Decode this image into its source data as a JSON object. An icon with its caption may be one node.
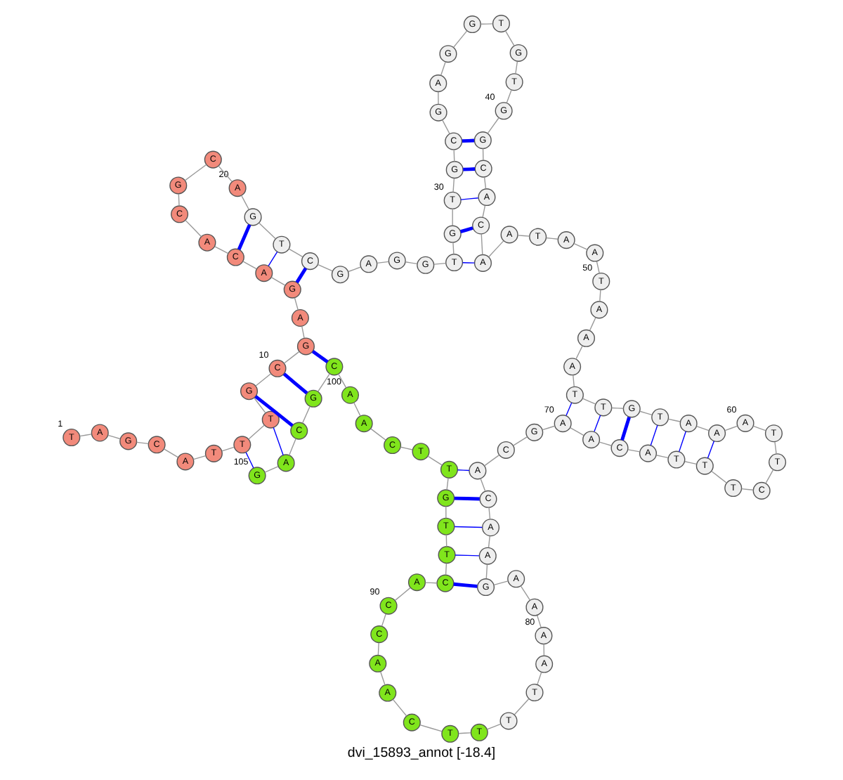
{
  "diagram": {
    "caption": "dvi_15893_annot [-18.4]",
    "nodes": [
      {
        "text": [
          "T"
        ],
        "beside": [
          "1"
        ]
      },
      {
        "text": [
          "A"
        ]
      },
      {
        "text": [
          "G"
        ]
      },
      {
        "text": [
          "C"
        ]
      },
      {
        "text": [
          "A"
        ]
      },
      {
        "text": [
          "T"
        ]
      },
      {
        "text": [
          "T"
        ]
      },
      {
        "text": [
          "T"
        ]
      },
      {
        "text": [
          "G"
        ]
      },
      {
        "text": [
          "C"
        ],
        "beside": [
          "10"
        ]
      },
      {
        "text": [
          "G"
        ]
      },
      {
        "text": [
          "A"
        ]
      },
      {
        "text": [
          "G"
        ]
      },
      {
        "text": [
          "A"
        ]
      },
      {
        "text": [
          "C"
        ]
      },
      {
        "text": [
          "A"
        ]
      },
      {
        "text": [
          "C"
        ]
      },
      {
        "text": [
          "G"
        ]
      },
      {
        "text": [
          "C"
        ]
      },
      {
        "text": [
          "A"
        ],
        "beside": [
          "20"
        ]
      },
      {
        "text": [
          "G"
        ]
      },
      {
        "text": [
          "T"
        ]
      },
      {
        "text": [
          "C"
        ]
      },
      {
        "text": [
          "G"
        ]
      },
      {
        "text": [
          "A"
        ]
      },
      {
        "text": [
          "G"
        ]
      },
      {
        "text": [
          "G"
        ]
      },
      {
        "text": [
          "T"
        ]
      },
      {
        "text": [
          "G"
        ]
      },
      {
        "text": [
          "T"
        ],
        "beside": [
          "30"
        ]
      },
      {
        "text": [
          "G"
        ]
      },
      {
        "text": [
          "C"
        ]
      },
      {
        "text": [
          "G"
        ]
      },
      {
        "text": [
          "A"
        ]
      },
      {
        "text": [
          "G"
        ]
      },
      {
        "text": [
          "G"
        ]
      },
      {
        "text": [
          "T"
        ]
      },
      {
        "text": [
          "G"
        ]
      },
      {
        "text": [
          "T"
        ]
      },
      {
        "text": [
          "G"
        ],
        "beside": [
          "40"
        ]
      },
      {
        "text": [
          "G"
        ]
      },
      {
        "text": [
          "C"
        ]
      },
      {
        "text": [
          "A"
        ]
      },
      {
        "text": [
          "C"
        ]
      },
      {
        "text": [
          "A"
        ]
      },
      {
        "text": [
          "A"
        ]
      },
      {
        "text": [
          "T"
        ]
      },
      {
        "text": [
          "A"
        ]
      },
      {
        "text": [
          "A"
        ]
      },
      {
        "text": [
          "T"
        ],
        "beside": [
          "50"
        ]
      },
      {
        "text": [
          "A"
        ]
      },
      {
        "text": [
          "A"
        ]
      },
      {
        "text": [
          "A"
        ]
      },
      {
        "text": [
          "T"
        ]
      },
      {
        "text": [
          "T"
        ]
      },
      {
        "text": [
          "G"
        ]
      },
      {
        "text": [
          "T"
        ]
      },
      {
        "text": [
          "A"
        ]
      },
      {
        "text": [
          "A"
        ]
      },
      {
        "text": [
          "A"
        ],
        "beside": [
          "60"
        ]
      },
      {
        "text": [
          "T"
        ]
      },
      {
        "text": [
          "T"
        ]
      },
      {
        "text": [
          "C"
        ]
      },
      {
        "text": [
          "T"
        ]
      },
      {
        "text": [
          "T"
        ]
      },
      {
        "text": [
          "T"
        ]
      },
      {
        "text": [
          "A"
        ]
      },
      {
        "text": [
          "C"
        ]
      },
      {
        "text": [
          "A"
        ]
      },
      {
        "text": [
          "A"
        ],
        "beside": [
          "70"
        ]
      },
      {
        "text": [
          "G"
        ]
      },
      {
        "text": [
          "C"
        ]
      },
      {
        "text": [
          "A"
        ]
      },
      {
        "text": [
          "C"
        ]
      },
      {
        "text": [
          "A"
        ]
      },
      {
        "text": [
          "A"
        ]
      },
      {
        "text": [
          "G"
        ]
      },
      {
        "text": [
          "A"
        ]
      },
      {
        "text": [
          "A"
        ]
      },
      {
        "text": [
          "A"
        ],
        "beside": [
          "80"
        ]
      },
      {
        "text": [
          "A"
        ]
      },
      {
        "text": [
          "T"
        ]
      },
      {
        "text": [
          "T"
        ]
      },
      {
        "text": [
          "T"
        ]
      },
      {
        "text": [
          "T"
        ]
      },
      {
        "text": [
          "C"
        ]
      },
      {
        "text": [
          "A"
        ]
      },
      {
        "text": [
          "A"
        ]
      },
      {
        "text": [
          "C"
        ]
      },
      {
        "text": [
          "C"
        ],
        "beside": [
          "90"
        ]
      },
      {
        "text": [
          "A"
        ]
      },
      {
        "text": [
          "C"
        ]
      },
      {
        "text": [
          "T"
        ]
      },
      {
        "text": [
          "T"
        ]
      },
      {
        "text": [
          "G"
        ]
      },
      {
        "text": [
          "T"
        ]
      },
      {
        "text": [
          "T"
        ]
      },
      {
        "text": [
          "C"
        ]
      },
      {
        "text": [
          "A"
        ]
      },
      {
        "text": [
          "A"
        ],
        "beside": [
          "100"
        ]
      },
      {
        "text": [
          "C"
        ]
      },
      {
        "text": [
          "G"
        ]
      },
      {
        "text": [
          "C"
        ]
      },
      {
        "text": [
          "A"
        ]
      },
      {
        "text": [
          "G"
        ],
        "beside": [
          "105"
        ]
      }
    ],
    "edges": [
      {
        "from": 0,
        "to": 1,
        "arrow": "none"
      },
      {
        "from": 1,
        "to": 2,
        "arrow": "none"
      },
      {
        "from": 2,
        "to": 3,
        "arrow": "none"
      },
      {
        "from": 3,
        "to": 4,
        "arrow": "none"
      },
      {
        "from": 4,
        "to": 5,
        "arrow": "none"
      },
      {
        "from": 5,
        "to": 6,
        "arrow": "none"
      },
      {
        "from": 6,
        "to": 7,
        "arrow": "none"
      },
      {
        "from": 7,
        "to": 8,
        "arrow": "none"
      },
      {
        "from": 8,
        "to": 9,
        "arrow": "none"
      },
      {
        "from": 9,
        "to": 10,
        "arrow": "none"
      },
      {
        "from": 10,
        "to": 11,
        "arrow": "none"
      },
      {
        "from": 11,
        "to": 12,
        "arrow": "none"
      },
      {
        "from": 12,
        "to": 13,
        "arrow": "none"
      },
      {
        "from": 13,
        "to": 14,
        "arrow": "none"
      },
      {
        "from": 14,
        "to": 15,
        "arrow": "none"
      },
      {
        "from": 15,
        "to": 16,
        "arrow": "none"
      },
      {
        "from": 16,
        "to": 17,
        "arrow": "none"
      },
      {
        "from": 17,
        "to": 18,
        "arrow": "none"
      },
      {
        "from": 18,
        "to": 19,
        "arrow": "none"
      },
      {
        "from": 19,
        "to": 20,
        "arrow": "none"
      },
      {
        "from": 20,
        "to": 21,
        "arrow": "none"
      },
      {
        "from": 21,
        "to": 22,
        "arrow": "none"
      },
      {
        "from": 22,
        "to": 23,
        "arrow": "none"
      },
      {
        "from": 23,
        "to": 24,
        "arrow": "none"
      },
      {
        "from": 24,
        "to": 25,
        "arrow": "none"
      },
      {
        "from": 25,
        "to": 26,
        "arrow": "none"
      },
      {
        "from": 26,
        "to": 27,
        "arrow": "none"
      },
      {
        "from": 27,
        "to": 28,
        "arrow": "none"
      },
      {
        "from": 28,
        "to": 29,
        "arrow": "none"
      },
      {
        "from": 29,
        "to": 30,
        "arrow": "none"
      },
      {
        "from": 30,
        "to": 31,
        "arrow": "none"
      },
      {
        "from": 31,
        "to": 32,
        "arrow": "none"
      },
      {
        "from": 32,
        "to": 33,
        "arrow": "none"
      },
      {
        "from": 33,
        "to": 34,
        "arrow": "none"
      },
      {
        "from": 34,
        "to": 35,
        "arrow": "none"
      },
      {
        "from": 35,
        "to": 36,
        "arrow": "none"
      },
      {
        "from": 36,
        "to": 37,
        "arrow": "none"
      },
      {
        "from": 37,
        "to": 38,
        "arrow": "none"
      },
      {
        "from": 38,
        "to": 39,
        "arrow": "none"
      },
      {
        "from": 39,
        "to": 40,
        "arrow": "none"
      },
      {
        "from": 40,
        "to": 41,
        "arrow": "none"
      },
      {
        "from": 41,
        "to": 42,
        "arrow": "none"
      },
      {
        "from": 42,
        "to": 43,
        "arrow": "none"
      },
      {
        "from": 43,
        "to": 44,
        "arrow": "none"
      },
      {
        "from": 44,
        "to": 45,
        "arrow": "none"
      },
      {
        "from": 45,
        "to": 46,
        "arrow": "none"
      },
      {
        "from": 46,
        "to": 47,
        "arrow": "none"
      },
      {
        "from": 47,
        "to": 48,
        "arrow": "none"
      },
      {
        "from": 48,
        "to": 49,
        "arrow": "none"
      },
      {
        "from": 49,
        "to": 50,
        "arrow": "none"
      },
      {
        "from": 50,
        "to": 51,
        "arrow": "none"
      },
      {
        "from": 51,
        "to": 52,
        "arrow": "none"
      },
      {
        "from": 52,
        "to": 53,
        "arrow": "none"
      },
      {
        "from": 53,
        "to": 54,
        "arrow": "none"
      },
      {
        "from": 54,
        "to": 55,
        "arrow": "none"
      },
      {
        "from": 55,
        "to": 56,
        "arrow": "none"
      },
      {
        "from": 56,
        "to": 57,
        "arrow": "none"
      },
      {
        "from": 57,
        "to": 58,
        "arrow": "none"
      },
      {
        "from": 58,
        "to": 59,
        "arrow": "none"
      },
      {
        "from": 59,
        "to": 60,
        "arrow": "none"
      },
      {
        "from": 60,
        "to": 61,
        "arrow": "none"
      },
      {
        "from": 61,
        "to": 62,
        "arrow": "none"
      },
      {
        "from": 62,
        "to": 63,
        "arrow": "none"
      },
      {
        "from": 63,
        "to": 64,
        "arrow": "none"
      },
      {
        "from": 64,
        "to": 65,
        "arrow": "none"
      },
      {
        "from": 65,
        "to": 66,
        "arrow": "none"
      },
      {
        "from": 66,
        "to": 67,
        "arrow": "none"
      },
      {
        "from": 67,
        "to": 68,
        "arrow": "none"
      },
      {
        "from": 68,
        "to": 69,
        "arrow": "none"
      },
      {
        "from": 69,
        "to": 70,
        "arrow": "none"
      },
      {
        "from": 70,
        "to": 71,
        "arrow": "none"
      },
      {
        "from": 71,
        "to": 72,
        "arrow": "none"
      },
      {
        "from": 72,
        "to": 73,
        "arrow": "none"
      },
      {
        "from": 73,
        "to": 74,
        "arrow": "none"
      },
      {
        "from": 74,
        "to": 75,
        "arrow": "none"
      },
      {
        "from": 75,
        "to": 76,
        "arrow": "none"
      },
      {
        "from": 76,
        "to": 77,
        "arrow": "none"
      },
      {
        "from": 77,
        "to": 78,
        "arrow": "none"
      },
      {
        "from": 78,
        "to": 79,
        "arrow": "none"
      },
      {
        "from": 79,
        "to": 80,
        "arrow": "none"
      },
      {
        "from": 80,
        "to": 81,
        "arrow": "none"
      },
      {
        "from": 81,
        "to": 82,
        "arrow": "none"
      },
      {
        "from": 82,
        "to": 83,
        "arrow": "none"
      },
      {
        "from": 83,
        "to": 84,
        "arrow": "none"
      },
      {
        "from": 84,
        "to": 85,
        "arrow": "none"
      },
      {
        "from": 85,
        "to": 86,
        "arrow": "none"
      },
      {
        "from": 86,
        "to": 87,
        "arrow": "none"
      },
      {
        "from": 87,
        "to": 88,
        "arrow": "none"
      },
      {
        "from": 88,
        "to": 89,
        "arrow": "none"
      },
      {
        "from": 89,
        "to": 90,
        "arrow": "none"
      },
      {
        "from": 90,
        "to": 91,
        "arrow": "none"
      },
      {
        "from": 91,
        "to": 92,
        "arrow": "none"
      },
      {
        "from": 92,
        "to": 93,
        "arrow": "none"
      },
      {
        "from": 93,
        "to": 94,
        "arrow": "none"
      },
      {
        "from": 94,
        "to": 95,
        "arrow": "none"
      },
      {
        "from": 95,
        "to": 96,
        "arrow": "none"
      },
      {
        "from": 96,
        "to": 97,
        "arrow": "none"
      },
      {
        "from": 97,
        "to": 98,
        "arrow": "none"
      },
      {
        "from": 98,
        "to": 99,
        "arrow": "none"
      },
      {
        "from": 99,
        "to": 100,
        "arrow": "none"
      },
      {
        "from": 100,
        "to": 101,
        "arrow": "none"
      },
      {
        "from": 101,
        "to": 102,
        "arrow": "none"
      },
      {
        "from": 102,
        "to": 103,
        "arrow": "none"
      },
      {
        "from": 103,
        "to": 104,
        "arrow": "none"
      },
      {
        "from": 10,
        "to": 100,
        "arrow": "none",
        "style": "thick",
        "color": "#0000ff"
      },
      {
        "from": 9,
        "to": 101,
        "arrow": "none",
        "style": "thick",
        "color": "#0000ff"
      },
      {
        "from": 8,
        "to": 102,
        "arrow": "none",
        "style": "thick",
        "color": "#0000ff"
      },
      {
        "from": 7,
        "to": 103,
        "arrow": "none",
        "color": "#0000ff"
      },
      {
        "from": 6,
        "to": 104,
        "arrow": "none",
        "color": "#0000ff"
      },
      {
        "from": 12,
        "to": 22,
        "arrow": "none",
        "style": "thick",
        "color": "#0000ff"
      },
      {
        "from": 13,
        "to": 21,
        "arrow": "none",
        "color": "#0000ff"
      },
      {
        "from": 14,
        "to": 20,
        "arrow": "none",
        "style": "thick",
        "color": "#0000ff"
      },
      {
        "from": 27,
        "to": 44,
        "arrow": "none",
        "color": "#0000ff"
      },
      {
        "from": 28,
        "to": 43,
        "arrow": "none",
        "style": "thick",
        "color": "#0000ff"
      },
      {
        "from": 29,
        "to": 42,
        "arrow": "none",
        "color": "#0000ff"
      },
      {
        "from": 30,
        "to": 41,
        "arrow": "none",
        "style": "thick",
        "color": "#0000ff"
      },
      {
        "from": 31,
        "to": 40,
        "arrow": "none",
        "style": "thick",
        "color": "#0000ff"
      },
      {
        "from": 53,
        "to": 69,
        "arrow": "none",
        "color": "#0000ff"
      },
      {
        "from": 54,
        "to": 68,
        "arrow": "none",
        "color": "#0000ff"
      },
      {
        "from": 55,
        "to": 67,
        "arrow": "none",
        "style": "thick",
        "color": "#0000ff"
      },
      {
        "from": 56,
        "to": 66,
        "arrow": "none",
        "color": "#0000ff"
      },
      {
        "from": 57,
        "to": 65,
        "arrow": "none",
        "color": "#0000ff"
      },
      {
        "from": 58,
        "to": 64,
        "arrow": "none",
        "color": "#0000ff"
      },
      {
        "from": 72,
        "to": 95,
        "arrow": "none",
        "color": "#0000ff"
      },
      {
        "from": 73,
        "to": 94,
        "arrow": "none",
        "style": "thick",
        "color": "#0000ff"
      },
      {
        "from": 74,
        "to": 93,
        "arrow": "none",
        "color": "#0000ff"
      },
      {
        "from": 75,
        "to": 92,
        "arrow": "none",
        "color": "#0000ff"
      },
      {
        "from": 76,
        "to": 91,
        "arrow": "none",
        "style": "thick",
        "color": "#0000ff"
      }
    ]
  }
}
